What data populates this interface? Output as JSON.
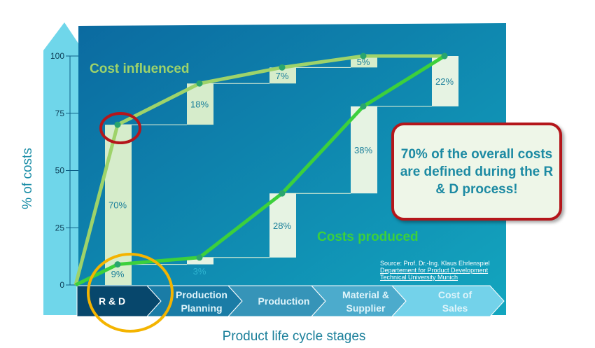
{
  "chart_data": {
    "type": "line",
    "ylabel": "% of costs",
    "xlabel": "Product life cycle stages",
    "ylim": [
      0,
      100
    ],
    "yticks": [
      0,
      25,
      50,
      75,
      100
    ],
    "categories": [
      "R & D",
      "Production Planning",
      "Production",
      "Material & Supplier",
      "Cost of Sales"
    ],
    "series": [
      {
        "name": "Cost influenced",
        "color": "#9ed36a",
        "values": [
          70,
          88,
          95,
          100,
          100
        ]
      },
      {
        "name": "Costs produced",
        "color": "#3cd03c",
        "values": [
          9,
          12,
          40,
          78,
          100
        ]
      }
    ],
    "increments": {
      "cost_influenced": [
        "70%",
        "18%",
        "7%",
        "5%",
        ""
      ],
      "costs_produced": [
        "9%",
        "3%",
        "28%",
        "38%",
        "22%"
      ]
    },
    "highlight_colors": {
      "red_circle": "#b4161b",
      "orange_circle": "#f4b400"
    }
  },
  "callout_text": "70% of the overall costs are defined during the R & D process!",
  "source_lines": [
    "Source: Prof. Dr.-Ing. Klaus Ehrlenspiel",
    "Departement for Product Development",
    "Technical University Munich"
  ]
}
